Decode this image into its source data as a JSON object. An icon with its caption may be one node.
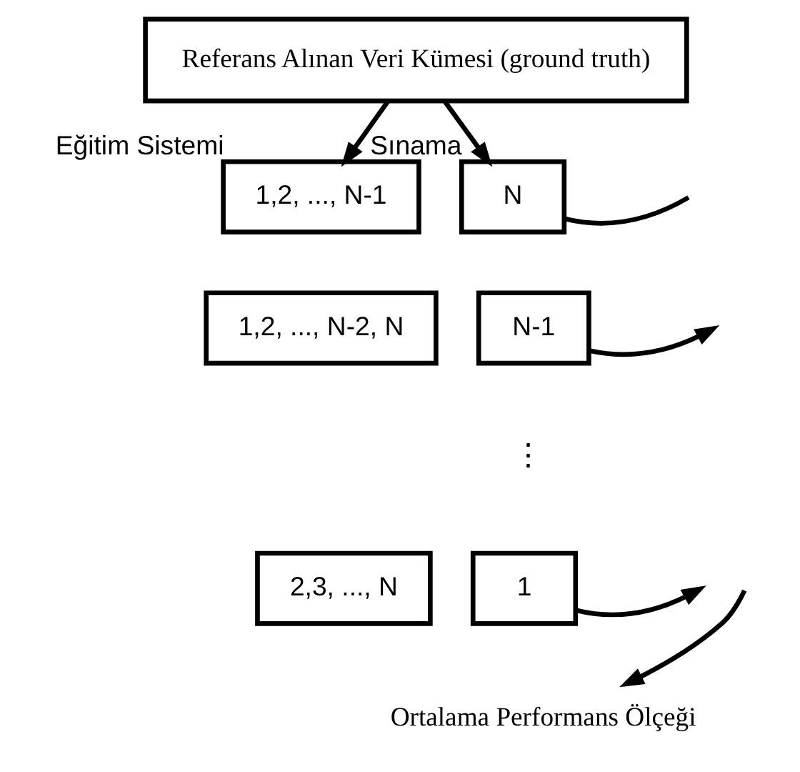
{
  "diagram": {
    "nodes": [
      {
        "text": [
          "Referans Alınan Veri Kümesi (ground truth)"
        ]
      },
      {
        "text": [
          "1,2, ..., N-1"
        ],
        "beside": [
          "Eğitim Sistemi"
        ]
      },
      {
        "text": [
          "N"
        ],
        "beside": [
          "Sınama"
        ]
      },
      {
        "text": [
          "1,2, ..., N-2, N"
        ]
      },
      {
        "text": [
          "N-1"
        ]
      },
      {
        "text": [
          "2,3, ..., N"
        ]
      },
      {
        "text": [
          "1"
        ]
      },
      {
        "text": [
          "Ortalama Performans Ölçeği"
        ]
      }
    ],
    "edges": [
      {
        "from": 0,
        "to": 1,
        "arrow": "to"
      },
      {
        "from": 0,
        "to": 2,
        "arrow": "to"
      },
      {
        "from": 2,
        "to": null,
        "arrow": "none"
      },
      {
        "from": 4,
        "to": null,
        "arrow": "to"
      },
      {
        "from": 6,
        "to": null,
        "arrow": "to"
      },
      {
        "from": null,
        "to": 7,
        "arrow": "to"
      }
    ],
    "labels": [
      "⋮"
    ]
  }
}
